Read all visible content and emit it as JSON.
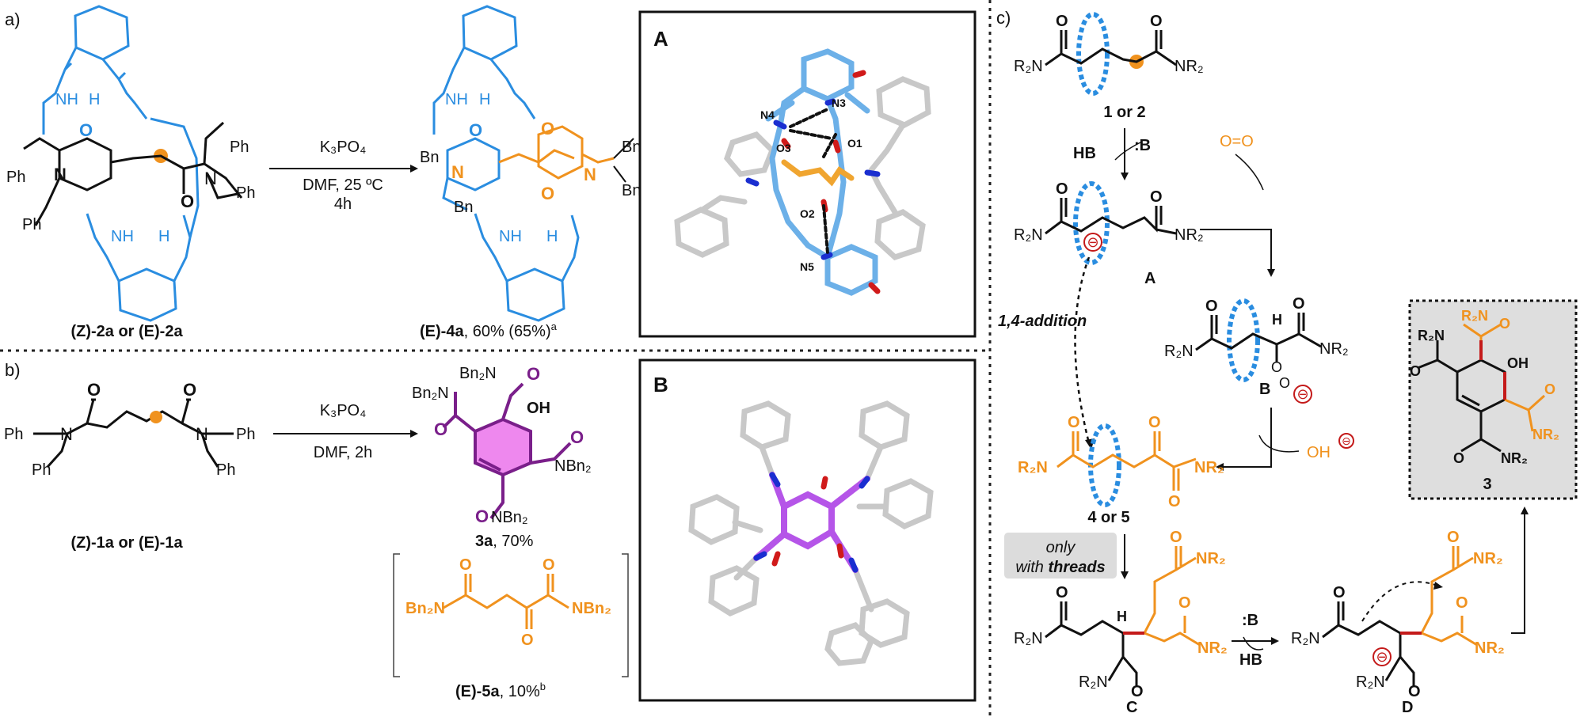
{
  "panels": {
    "a": "a)",
    "b": "b)",
    "c": "c)"
  },
  "colors": {
    "blue": "#2a8de0",
    "orange": "#f0921e",
    "purple": "#7a1f8a",
    "magenta_fill": "#ee88ee",
    "red": "#c41a1a"
  },
  "panel_a": {
    "ph": "Ph",
    "bn": "Bn",
    "n": "N",
    "o": "O",
    "nh": "NH",
    "hn": "H",
    "reagent": "K₃PO₄",
    "conditions_1": "DMF, 25 ºC",
    "conditions_2": "4h",
    "start_caption": "(Z)-2a or (E)-2a",
    "product_caption_bold": "(E)-4a",
    "product_caption_rest": ", 60% (65%)",
    "product_caption_sup": "a",
    "crystal_label": "A",
    "atoms": {
      "n4": "N4",
      "n3": "N3",
      "o1": "O1",
      "o3": "O3",
      "o2": "O2",
      "n5": "N5"
    }
  },
  "panel_b": {
    "ph": "Ph",
    "n": "N",
    "o": "O",
    "bn2n": "Bn₂N",
    "nbn2": "NBn₂",
    "oh": "OH",
    "reagent": "K₃PO₄",
    "conditions": "DMF, 2h",
    "start_caption": "(Z)-1a or (E)-1a",
    "product_bold": "3a",
    "product_rest": ", 70%",
    "side_bold": "(E)-5a",
    "side_rest": ", 10%",
    "side_sup": "b",
    "crystal_label": "B"
  },
  "panel_c": {
    "o": "O",
    "r2n": "R₂N",
    "nr2": "NR₂",
    "h": "H",
    "hb": "HB",
    "base": ":B",
    "minus": "⊖",
    "o2": "O=O",
    "oh": "OH",
    "start_caption": "1 or 2",
    "label_a": "A",
    "label_b": "B",
    "label_45": "4 or 5",
    "label_c": "C",
    "label_d": "D",
    "label_3": "3",
    "addition": "1,4-addition",
    "only": "only",
    "with": "with ",
    "threads": "threads"
  }
}
